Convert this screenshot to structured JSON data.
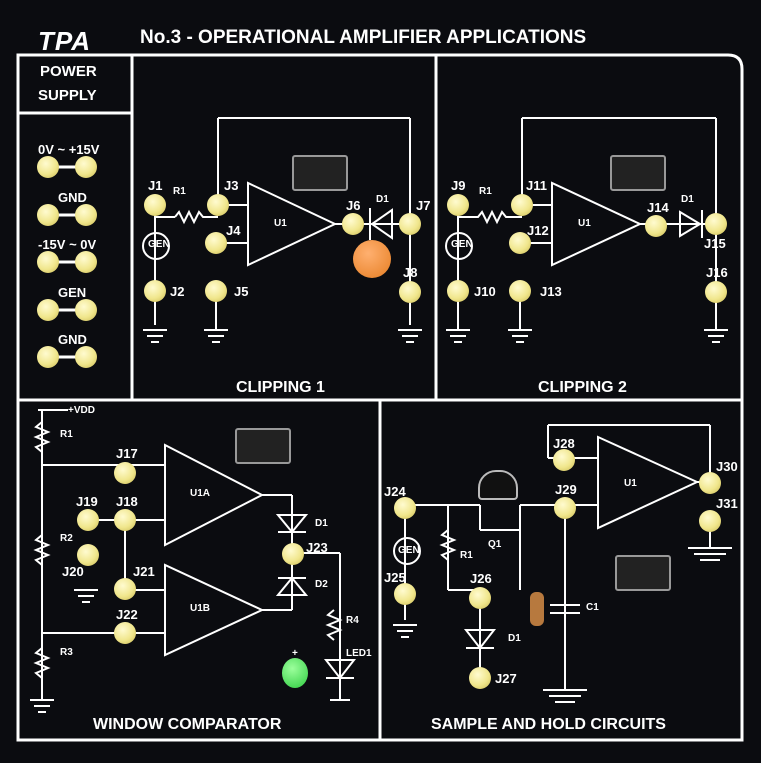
{
  "header": {
    "logo": "TPA",
    "title": "No.3 - OPERATIONAL AMPLIFIER APPLICATIONS"
  },
  "power_supply": {
    "title_line1": "POWER",
    "title_line2": "SUPPLY",
    "rails": [
      "0V ~ +15V",
      "GND",
      "-15V ~ 0V",
      "GEN",
      "GND"
    ]
  },
  "sections": {
    "clipping1": "CLIPPING 1",
    "clipping2": "CLIPPING 2",
    "window": "WINDOW COMPARATOR",
    "sample_hold": "SAMPLE AND HOLD CIRCUITS"
  },
  "clip1": {
    "j1": "J1",
    "j2": "J2",
    "j3": "J3",
    "j4": "J4",
    "j5": "J5",
    "j6": "J6",
    "j7": "J7",
    "j8": "J8",
    "r1": "R1",
    "u1": "U1",
    "d1": "D1",
    "gen": "GEN"
  },
  "clip2": {
    "j9": "J9",
    "j10": "J10",
    "j11": "J11",
    "j12": "J12",
    "j13": "J13",
    "j14": "J14",
    "j15": "J15",
    "j16": "J16",
    "r1": "R1",
    "u1": "U1",
    "d1": "D1",
    "gen": "GEN"
  },
  "window": {
    "vdd": "+VDD",
    "r1": "R1",
    "r2": "R2",
    "r3": "R3",
    "r4": "R4",
    "j17": "J17",
    "j18": "J18",
    "j19": "J19",
    "j20": "J20",
    "j21": "J21",
    "j22": "J22",
    "j23": "J23",
    "u1a": "U1A",
    "u1b": "U1B",
    "d1": "D1",
    "d2": "D2",
    "led1": "LED1",
    "plus": "+"
  },
  "sh": {
    "j24": "J24",
    "j25": "J25",
    "j26": "J26",
    "j27": "J27",
    "j28": "J28",
    "j29": "J29",
    "j30": "J30",
    "j31": "J31",
    "r1": "R1",
    "q1": "Q1",
    "u1": "U1",
    "c1": "C1",
    "d1": "D1",
    "gen": "GEN"
  },
  "colors": {
    "jack": "#f0e68c",
    "line": "#ffffff",
    "background": "#0b0c10",
    "led_green": "#2ecc40",
    "led_orange": "#e67e22"
  }
}
